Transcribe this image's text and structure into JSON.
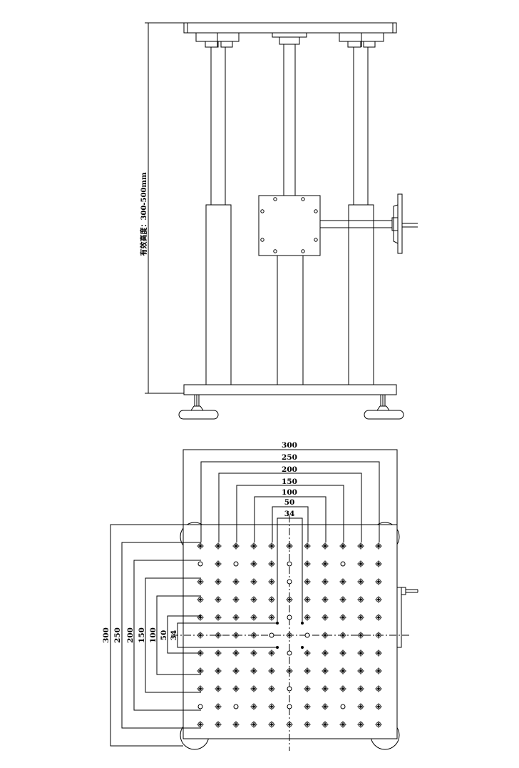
{
  "side_view": {
    "height_label": "有效高度：300-500mm"
  },
  "top_view": {
    "horizontal_dims": [
      "300",
      "250",
      "200",
      "150",
      "100",
      "50",
      "34"
    ],
    "vertical_dims": [
      "300",
      "250",
      "200",
      "150",
      "100",
      "50",
      "34"
    ]
  },
  "colors": {
    "line": "#000000",
    "background": "#ffffff"
  }
}
